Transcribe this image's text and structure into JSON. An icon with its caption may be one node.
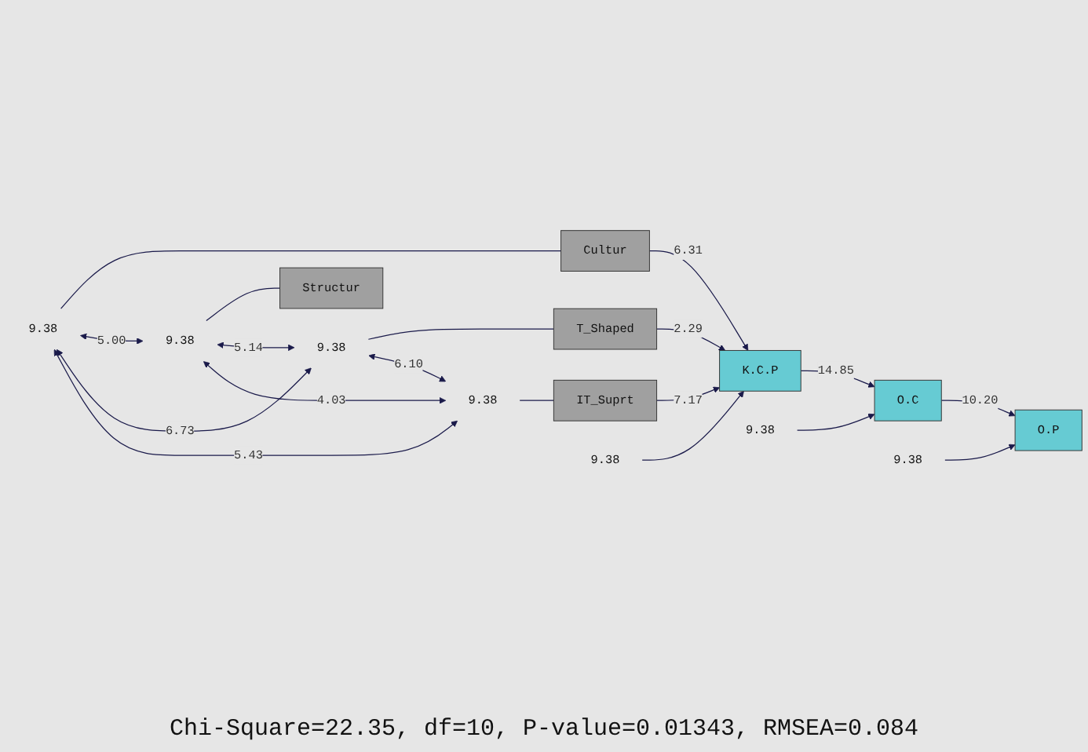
{
  "diagram": {
    "nodes": [
      {
        "text": [
          "9.38"
        ]
      },
      {
        "text": [
          "Cultur"
        ]
      },
      {
        "text": [
          "9.38"
        ]
      },
      {
        "text": [
          "Structur"
        ]
      },
      {
        "text": [
          "9.38"
        ]
      },
      {
        "text": [
          "T_Shaped"
        ]
      },
      {
        "text": [
          "9.38"
        ]
      },
      {
        "text": [
          "IT_Suprt"
        ]
      },
      {
        "text": [
          "K.C.P"
        ]
      },
      {
        "text": [
          "9.38"
        ]
      },
      {
        "text": [
          "O.C"
        ]
      },
      {
        "text": [
          "9.38"
        ]
      },
      {
        "text": [
          "O.P"
        ]
      },
      {
        "text": [
          "9.38"
        ]
      }
    ],
    "edges": [
      {
        "from": 0,
        "to": 1,
        "arrow": "none"
      },
      {
        "from": 2,
        "to": 3,
        "arrow": "none"
      },
      {
        "from": 4,
        "to": 5,
        "arrow": "none"
      },
      {
        "from": 6,
        "to": 7,
        "arrow": "none"
      },
      {
        "from": 0,
        "to": 2,
        "arrow": "both",
        "label": "5.00"
      },
      {
        "from": 0,
        "to": 4,
        "arrow": "both",
        "label": "6.73"
      },
      {
        "from": 0,
        "to": 6,
        "arrow": "both",
        "label": "5.43"
      },
      {
        "from": 2,
        "to": 4,
        "arrow": "both",
        "label": "5.14"
      },
      {
        "from": 2,
        "to": 6,
        "arrow": "both",
        "label": "4.03"
      },
      {
        "from": 4,
        "to": 6,
        "arrow": "both",
        "label": "6.10"
      },
      {
        "from": 1,
        "to": 8,
        "arrow": "to",
        "label": "6.31"
      },
      {
        "from": 5,
        "to": 8,
        "arrow": "to",
        "label": "2.29"
      },
      {
        "from": 7,
        "to": 8,
        "arrow": "to",
        "label": "7.17"
      },
      {
        "from": 8,
        "to": 10,
        "arrow": "to",
        "label": "14.85"
      },
      {
        "from": 10,
        "to": 12,
        "arrow": "to",
        "label": "10.20"
      },
      {
        "from": 9,
        "to": 8,
        "arrow": "to"
      },
      {
        "from": 11,
        "to": 10,
        "arrow": "to"
      },
      {
        "from": 13,
        "to": 12,
        "arrow": "to"
      }
    ],
    "labels": [
      "Chi-Square=22.35, df=10, P-value=0.01343, RMSEA=0.084"
    ]
  }
}
